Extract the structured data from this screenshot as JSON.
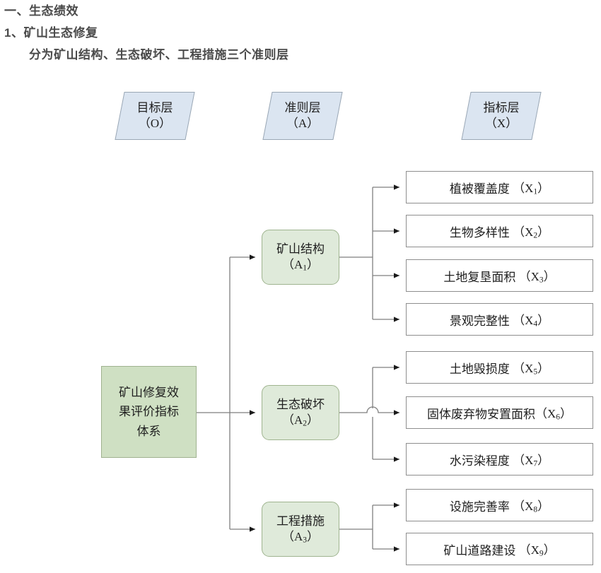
{
  "heading": {
    "line1": "一、生态绩效",
    "line2": "1、矿山生态修复",
    "line3": "分为矿山结构、生态破坏、工程措施三个准则层"
  },
  "layers": [
    {
      "name": "goal-layer",
      "label": "目标层",
      "code": "（O）"
    },
    {
      "name": "criteria-layer",
      "label": "准则层",
      "code": "（A）"
    },
    {
      "name": "indicator-layer",
      "label": "指标层",
      "code": "（X）"
    }
  ],
  "goal": {
    "line1": "矿山修复效",
    "line2": "果评价指标",
    "line3": "体系",
    "full": "矿山修复效果评价指标体系"
  },
  "criteria": [
    {
      "label": "矿山结构",
      "code_prefix": "（A",
      "code_sub": "1",
      "code_suffix": "）"
    },
    {
      "label": "生态破坏",
      "code_prefix": "（A",
      "code_sub": "2",
      "code_suffix": "）"
    },
    {
      "label": "工程措施",
      "code_prefix": "（A",
      "code_sub": "3",
      "code_suffix": "）"
    }
  ],
  "indicators": [
    {
      "label": "植被覆盖度",
      "code_prefix": "（X",
      "code_sub": "1",
      "code_suffix": "）",
      "group": "A1"
    },
    {
      "label": "生物多样性",
      "code_prefix": "（X",
      "code_sub": "2",
      "code_suffix": "）",
      "group": "A1"
    },
    {
      "label": "土地复垦面积",
      "code_prefix": "（X",
      "code_sub": "3",
      "code_suffix": "）",
      "group": "A1"
    },
    {
      "label": "景观完整性",
      "code_prefix": "（X",
      "code_sub": "4",
      "code_suffix": "）",
      "group": "A1"
    },
    {
      "label": "土地毁损度",
      "code_prefix": "（X",
      "code_sub": "5",
      "code_suffix": "）",
      "group": "A2"
    },
    {
      "label": "固体废弃物安置面积",
      "code_prefix": "（X",
      "code_sub": "6",
      "code_suffix": "）",
      "group": "A2"
    },
    {
      "label": "水污染程度",
      "code_prefix": "（X",
      "code_sub": "7",
      "code_suffix": "）",
      "group": "A2"
    },
    {
      "label": "设施完善率",
      "code_prefix": "（X",
      "code_sub": "8",
      "code_suffix": "）",
      "group": "A3"
    },
    {
      "label": "矿山道路建设",
      "code_prefix": "（X",
      "code_sub": "9",
      "code_suffix": "）",
      "group": "A3"
    }
  ],
  "colors": {
    "heading_text": "#4a4a4a",
    "layer_fill": "#dbe5f1",
    "layer_border": "#9aa7b5",
    "goal_fill": "#cfe0c3",
    "goal_border": "#9fb28f",
    "criteria_fill": "#dfeada",
    "criteria_border": "#9fb48f",
    "indicator_fill": "#ffffff",
    "indicator_border": "#8e8e8e",
    "connector": "#7f7f7f"
  }
}
